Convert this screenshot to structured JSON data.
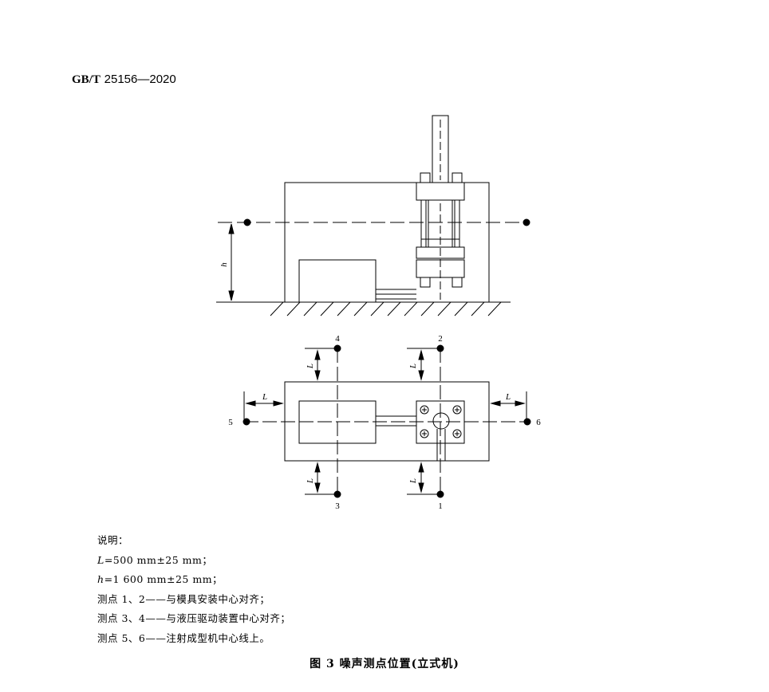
{
  "header": {
    "org": "GB/T",
    "number": "25156—2020"
  },
  "figure": {
    "h_label": "h",
    "L_label": "L",
    "points": [
      "1",
      "2",
      "3",
      "4",
      "5",
      "6"
    ]
  },
  "notes": {
    "title": "说明：",
    "l_sym": "L",
    "l_val": "=500 mm±25 mm；",
    "h_sym": "h",
    "h_val": "=1 600 mm±25 mm；",
    "line1": "测点 1、2——与模具安装中心对齐；",
    "line2": "测点 3、4——与液压驱动装置中心对齐；",
    "line3": "测点 5、6——注射成型机中心线上。"
  },
  "caption": "图 3   噪声测点位置(立式机)"
}
